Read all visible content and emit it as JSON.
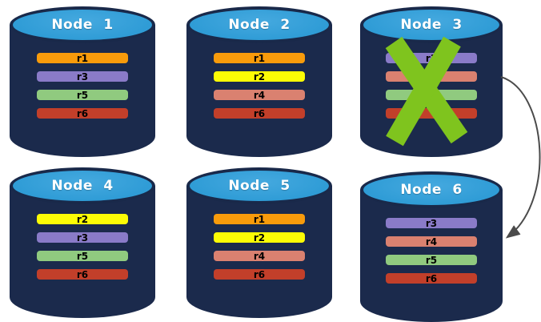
{
  "colors": {
    "cylinder_body": "#1b2a4c",
    "cylinder_top": "#2f9cd6",
    "cylinder_top_light": "#45a9df",
    "cylinder_outline": "#19294a",
    "title_text": "#ffffff",
    "bar_text": "#000000",
    "x_mark": "#7fc41e",
    "arrow": "#4b4b4b",
    "canvas_bg": "#ffffff"
  },
  "nodes": [
    {
      "title": "Node 1",
      "failed": false,
      "bars": [
        {
          "label": "r1",
          "color": "#f89b0b"
        },
        {
          "label": "r3",
          "color": "#8a7bc8"
        },
        {
          "label": "r5",
          "color": "#90ca7f"
        },
        {
          "label": "r6",
          "color": "#c23f2a"
        }
      ]
    },
    {
      "title": "Node 2",
      "failed": false,
      "bars": [
        {
          "label": "r1",
          "color": "#f89b0b"
        },
        {
          "label": "r2",
          "color": "#fcfc05"
        },
        {
          "label": "r4",
          "color": "#da8170"
        },
        {
          "label": "r6",
          "color": "#c23f2a"
        }
      ]
    },
    {
      "title": "Node 3",
      "failed": true,
      "bars": [
        {
          "label": "r3",
          "color": "#8a7bc8"
        },
        {
          "label": "",
          "color": "#da8170"
        },
        {
          "label": "",
          "color": "#90ca7f"
        },
        {
          "label": "",
          "color": "#c23f2a"
        }
      ]
    },
    {
      "title": "Node 4",
      "failed": false,
      "bars": [
        {
          "label": "r2",
          "color": "#fcfc05"
        },
        {
          "label": "r3",
          "color": "#8a7bc8"
        },
        {
          "label": "r5",
          "color": "#90ca7f"
        },
        {
          "label": "r6",
          "color": "#c23f2a"
        }
      ]
    },
    {
      "title": "Node 5",
      "failed": false,
      "bars": [
        {
          "label": "r1",
          "color": "#f89b0b"
        },
        {
          "label": "r2",
          "color": "#fcfc05"
        },
        {
          "label": "r4",
          "color": "#da8170"
        },
        {
          "label": "r6",
          "color": "#c23f2a"
        }
      ]
    },
    {
      "title": "Node 6",
      "failed": false,
      "bars": [
        {
          "label": "r3",
          "color": "#8a7bc8"
        },
        {
          "label": "r4",
          "color": "#da8170"
        },
        {
          "label": "r5",
          "color": "#90ca7f"
        },
        {
          "label": "r6",
          "color": "#c23f2a"
        }
      ]
    }
  ],
  "annotations": {
    "x_mark": {
      "on_node": "Node 3"
    },
    "arrow": {
      "from": "Node 3",
      "to": "Node 6"
    }
  }
}
